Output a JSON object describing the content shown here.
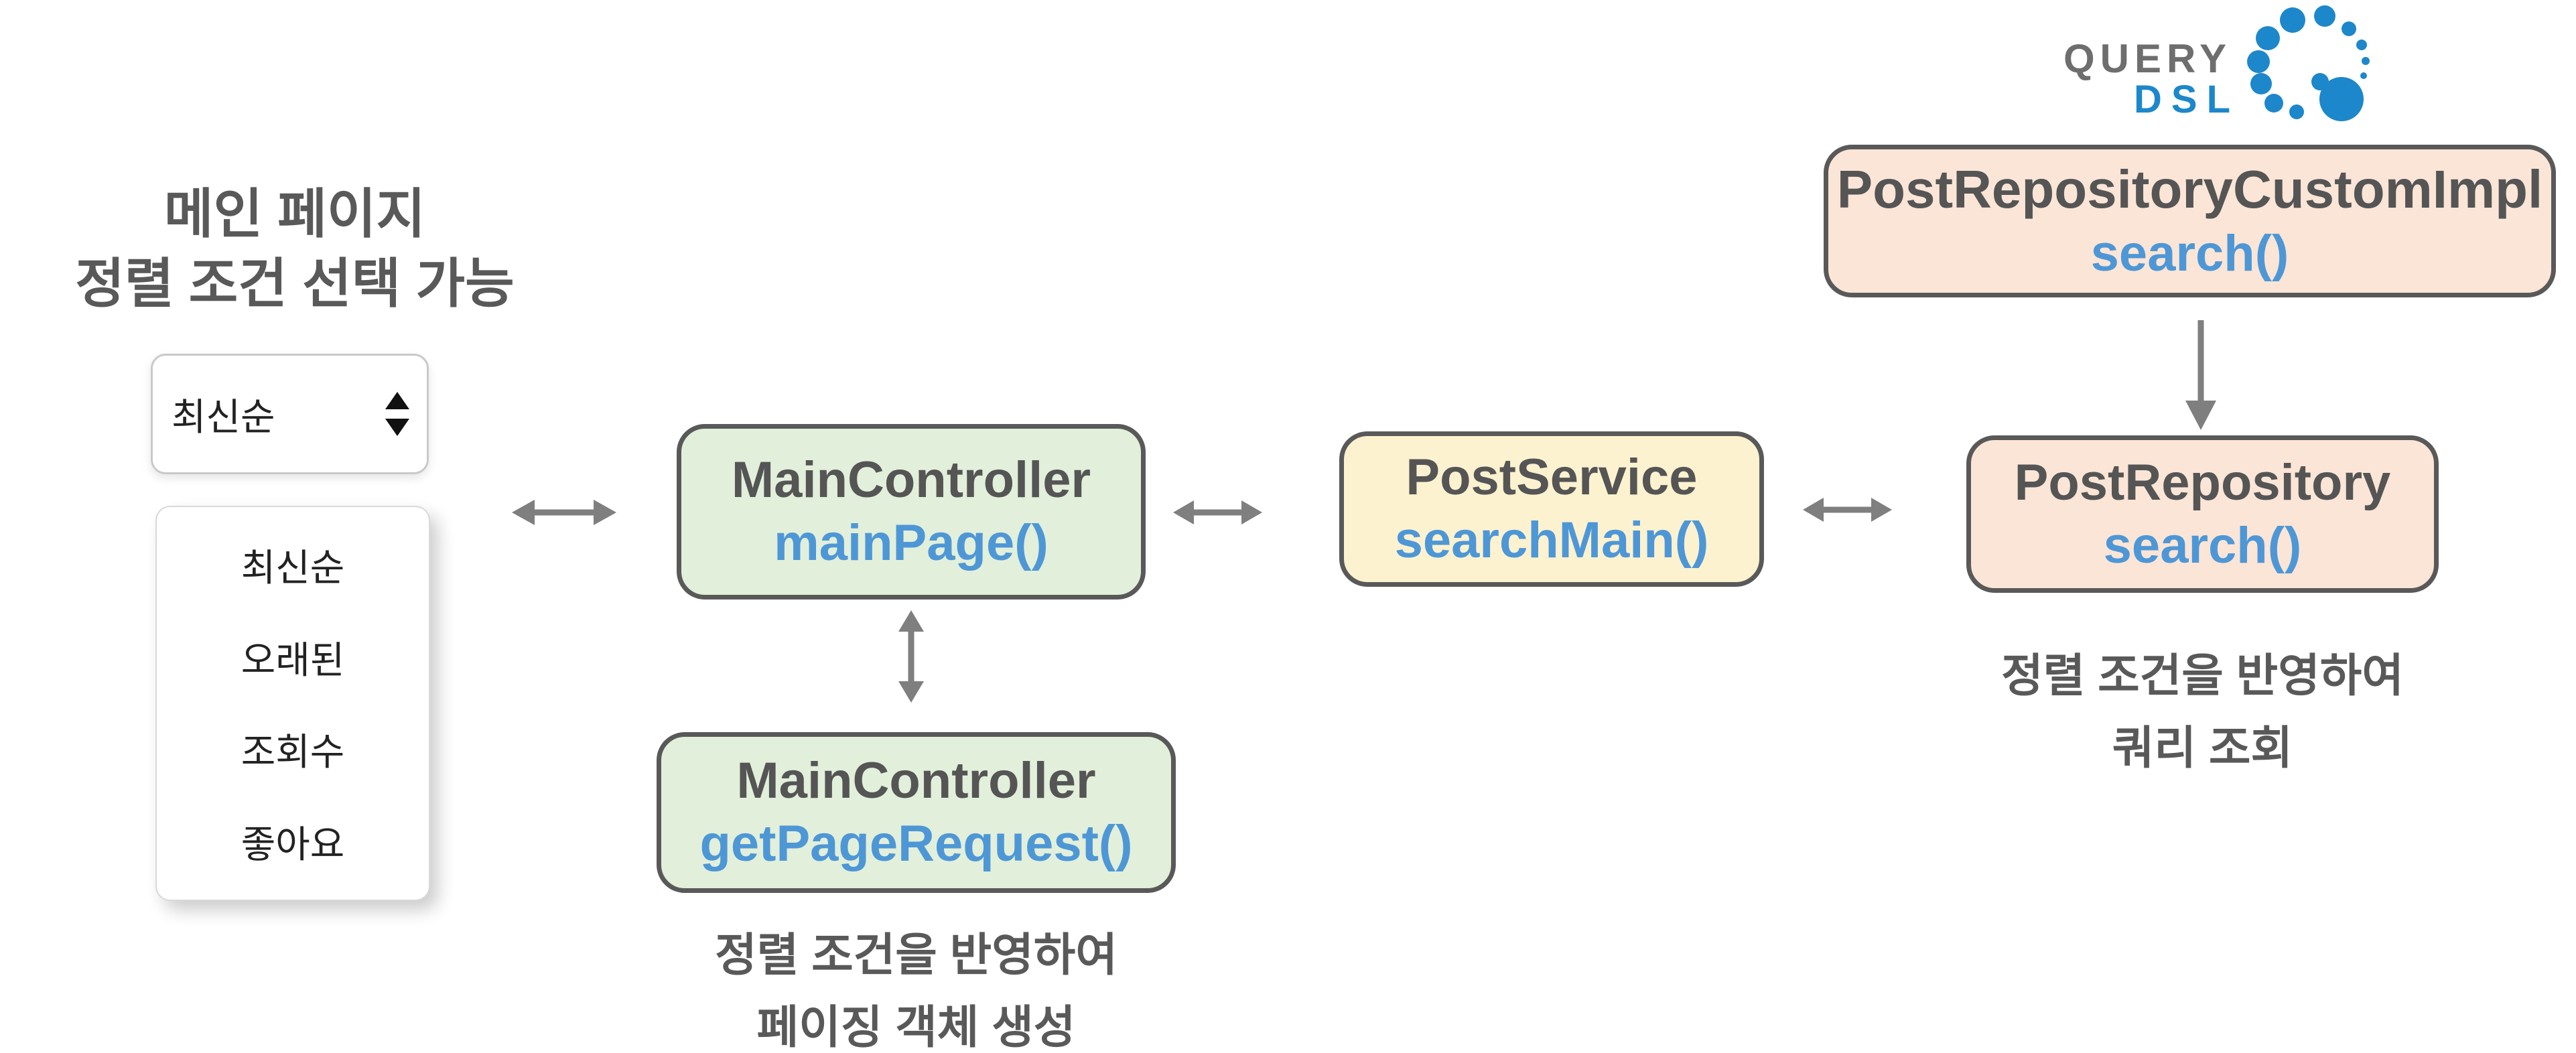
{
  "title": {
    "line1": "메인 페이지",
    "line2": "정렬 조건 선택 가능"
  },
  "sort_select": {
    "value": "최신순"
  },
  "sort_options": [
    "최신순",
    "오래된",
    "조회수",
    "좋아요"
  ],
  "boxes": {
    "main_page": {
      "title": "MainController",
      "method": "mainPage()"
    },
    "get_page_request": {
      "title": "MainController",
      "method": "getPageRequest()"
    },
    "post_service": {
      "title": "PostService",
      "method": "searchMain()"
    },
    "post_repository": {
      "title": "PostRepository",
      "method": "search()"
    },
    "custom_impl": {
      "title": "PostRepositoryCustomImpl",
      "method": "search()"
    }
  },
  "captions": {
    "paging": {
      "line1": "정렬 조건을 반영하여",
      "line2": "페이징 객체 생성"
    },
    "query": {
      "line1": "정렬 조건을 반영하여",
      "line2": "쿼리 조회"
    }
  },
  "logo": {
    "query": "QUERY",
    "dsl": "DSL"
  },
  "colors": {
    "node_border": "#595959",
    "node_title_text": "#555555",
    "node_method_text": "#4e97d6",
    "green_fill": "#e2efda",
    "yellow_fill": "#fdf2cf",
    "peach_fill": "#fbe5d6",
    "caption_text": "#595959",
    "arrow": "#7f7f7f",
    "logo_gray": "#6e6e6e",
    "logo_blue": "#1d87cb"
  }
}
